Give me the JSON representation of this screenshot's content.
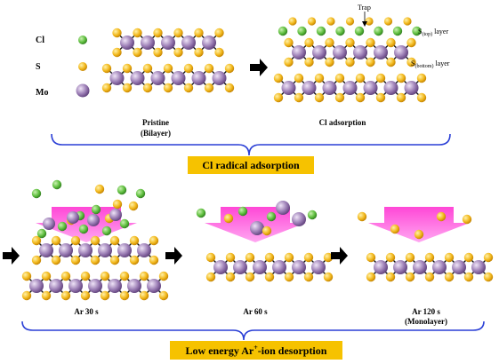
{
  "legend": [
    {
      "symbol": "Cl",
      "color": "#5fbf3f"
    },
    {
      "symbol": "S",
      "color": "#f2b81c"
    },
    {
      "symbol": "Mo",
      "color": "#9a7cb4"
    }
  ],
  "labels": {
    "trap": "Trap",
    "s_top_main": "S",
    "s_top_sub": "(top)",
    "s_top_suffix": " layer",
    "s_bottom_main": "S",
    "s_bottom_sub": "(bottom)",
    "s_bottom_suffix": " layer"
  },
  "captions": {
    "pristine_line1": "Pristine",
    "pristine_line2": "(Bilayer)",
    "cl_adsorption": "Cl adsorption",
    "ar30": "Ar 30 s",
    "ar60": "Ar 60 s",
    "ar120_line1": "Ar 120 s",
    "ar120_line2": "(Monolayer)"
  },
  "banners": {
    "top": "Cl radical adsorption",
    "bottom_prefix": "Low energy Ar",
    "bottom_sup": "+",
    "bottom_suffix": "-ion desorption"
  },
  "colors": {
    "cl": "#5fbf3f",
    "s": "#f2b81c",
    "mo": "#9a7cb4",
    "banner": "#f6c200",
    "arrow_pink": "#ff4fd8",
    "brace": "#2a3fd6"
  }
}
